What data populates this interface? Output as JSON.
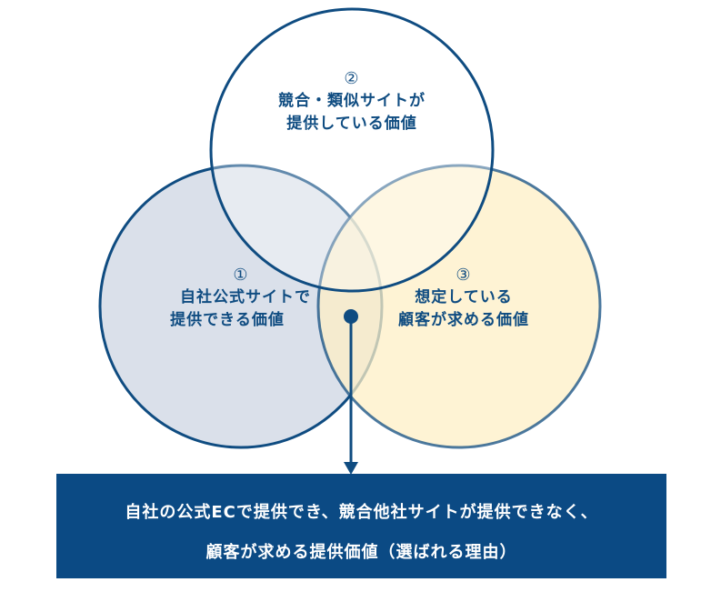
{
  "colors": {
    "stroke": "#0f4c81",
    "circle1_fill": "#c6d0de",
    "circle3_fill": "#fdefc6",
    "box": "#0b4a84"
  },
  "circles": [
    {
      "number": "①",
      "line1": "自社公式サイトで",
      "line2": "提供できる価値"
    },
    {
      "number": "②",
      "line1": "競合・類似サイトが",
      "line2": "提供している価値"
    },
    {
      "number": "③",
      "line1": "想定している",
      "line2": "顧客が求める価値"
    }
  ],
  "result": {
    "line1": "自社の公式ECで提供でき、競合他社サイトが提供できなく、",
    "line2": "顧客が求める提供価値（選ばれる理由）"
  }
}
